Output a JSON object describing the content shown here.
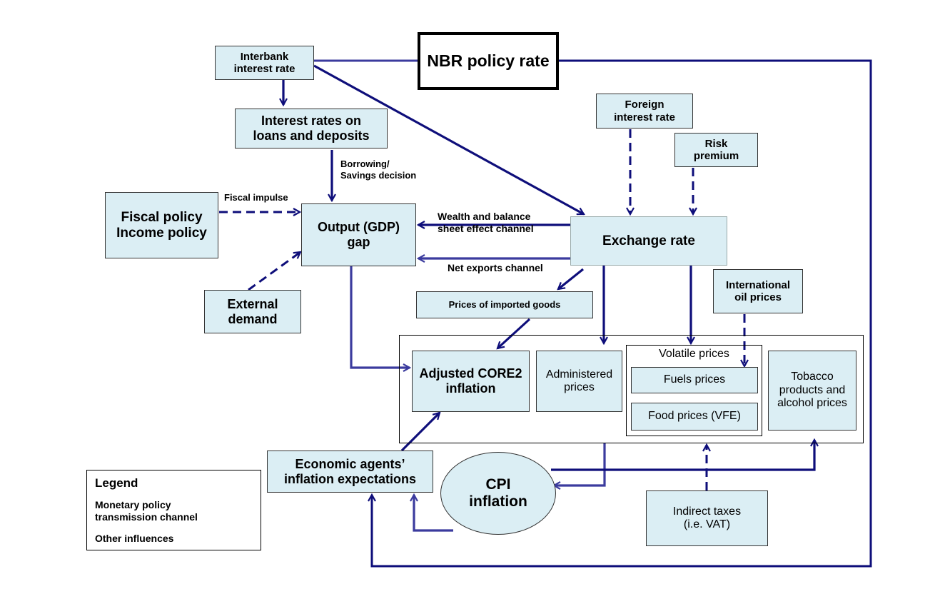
{
  "nodes": {
    "nbr_policy_rate": "NBR policy rate",
    "interbank_rate": "Interbank\ninterest rate",
    "loan_deposit_rates": "Interest rates on\nloans and deposits",
    "foreign_interest_rate": "Foreign\ninterest rate",
    "risk_premium": "Risk\npremium",
    "fiscal_policy": "Fiscal policy\nIncome policy",
    "output_gap": "Output (GDP)\ngap",
    "exchange_rate": "Exchange rate",
    "external_demand": "External\ndemand",
    "international_oil_prices": "International\noil prices",
    "imported_goods_prices": "Prices of imported goods",
    "adjusted_core2": "Adjusted CORE2\ninflation",
    "administered_prices": "Administered\nprices",
    "volatile_prices": "Volatile prices",
    "fuels_prices": "Fuels prices",
    "food_prices": "Food prices (VFE)",
    "tobacco_alcohol": "Tobacco\nproducts and\nalcohol prices",
    "inflation_expectations": "Economic agents’\ninflation expectations",
    "cpi_inflation": "CPI\ninflation",
    "indirect_taxes": "Indirect taxes\n(i.e. VAT)"
  },
  "edge_labels": {
    "borrowing_savings": "Borrowing/\nSavings decision",
    "fiscal_impulse": "Fiscal impulse",
    "wealth_balance": "Wealth and balance\nsheet effect channel",
    "net_exports": "Net exports channel"
  },
  "legend": {
    "title": "Legend",
    "monetary": "Monetary policy\ntransmission channel",
    "other": "Other influences"
  },
  "colors": {
    "arrow_dark": "#0e0e7a",
    "arrow_light": "#3b3b9e",
    "box_fill": "#dbeef4"
  }
}
